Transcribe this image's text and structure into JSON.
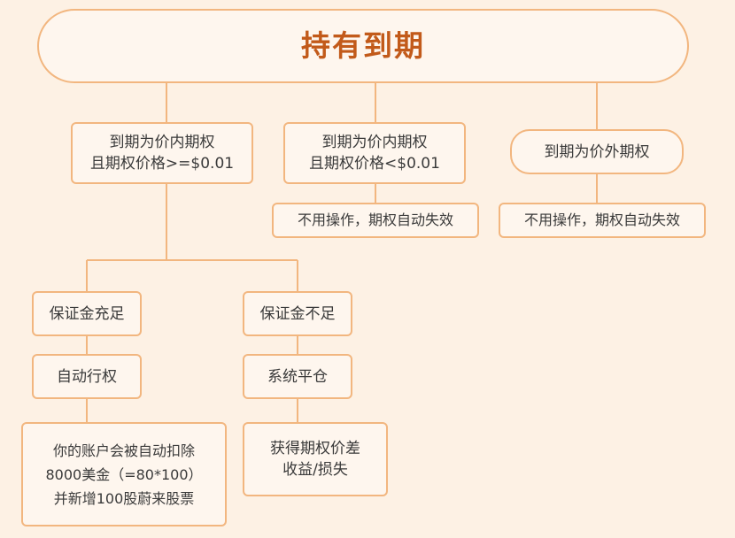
{
  "title": "持有到期",
  "branches": {
    "itm_above": "到期为价内期权\n且期权价格>=$0.01",
    "itm_below": "到期为价内期权\n且期权价格<$0.01",
    "otm": "到期为价外期权"
  },
  "results": {
    "itm_below": "不用操作，期权自动失效",
    "otm": "不用操作，期权自动失效"
  },
  "margin": {
    "sufficient": "保证金充足",
    "insufficient": "保证金不足"
  },
  "actions": {
    "auto_exercise": "自动行权",
    "system_close": "系统平仓"
  },
  "outcomes": {
    "exercise": "你的账户会被自动扣除\n8000美金（=80*100）\n并新增100股蔚来股票",
    "close": "获得期权价差\n收益/损失"
  },
  "colors": {
    "background": "#fdf1e4",
    "border": "#f2b67f",
    "title": "#c25a1a",
    "connector": "#f2b67f"
  }
}
